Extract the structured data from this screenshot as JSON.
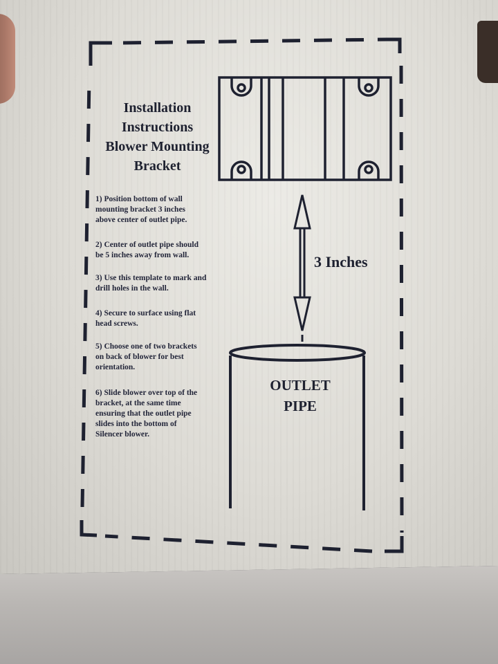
{
  "title_lines": [
    "Installation",
    "Instructions",
    "Blower Mounting",
    "Bracket"
  ],
  "steps": [
    {
      "lines": [
        "1) Position bottom of wall",
        "mounting bracket 3 inches",
        "above center of outlet pipe."
      ]
    },
    {
      "lines": [
        "2) Center of outlet pipe should",
        "be 5 inches away from wall."
      ]
    },
    {
      "lines": [
        "3) Use this template to mark and",
        "drill holes in the wall."
      ]
    },
    {
      "lines": [
        "4) Secure to surface using flat",
        "head screws."
      ]
    },
    {
      "lines": [
        "5) Choose one of two brackets",
        "on back of blower for best",
        "orientation."
      ]
    },
    {
      "lines": [
        "6) Slide blower over top of the",
        "bracket, at the same time",
        "ensuring that the outlet pipe",
        "slides into the bottom of",
        "Silencer blower."
      ]
    }
  ],
  "dimension_label": "3 Inches",
  "pipe_label_lines": [
    "OUTLET",
    "PIPE"
  ],
  "colors": {
    "ink": "#1e2130",
    "cardboard": "#e3e1dc",
    "fabric": "#bdbab7"
  },
  "icons": [
    "mounting-bracket-icon",
    "double-arrow-icon",
    "outlet-pipe-icon",
    "dashed-cut-border"
  ]
}
